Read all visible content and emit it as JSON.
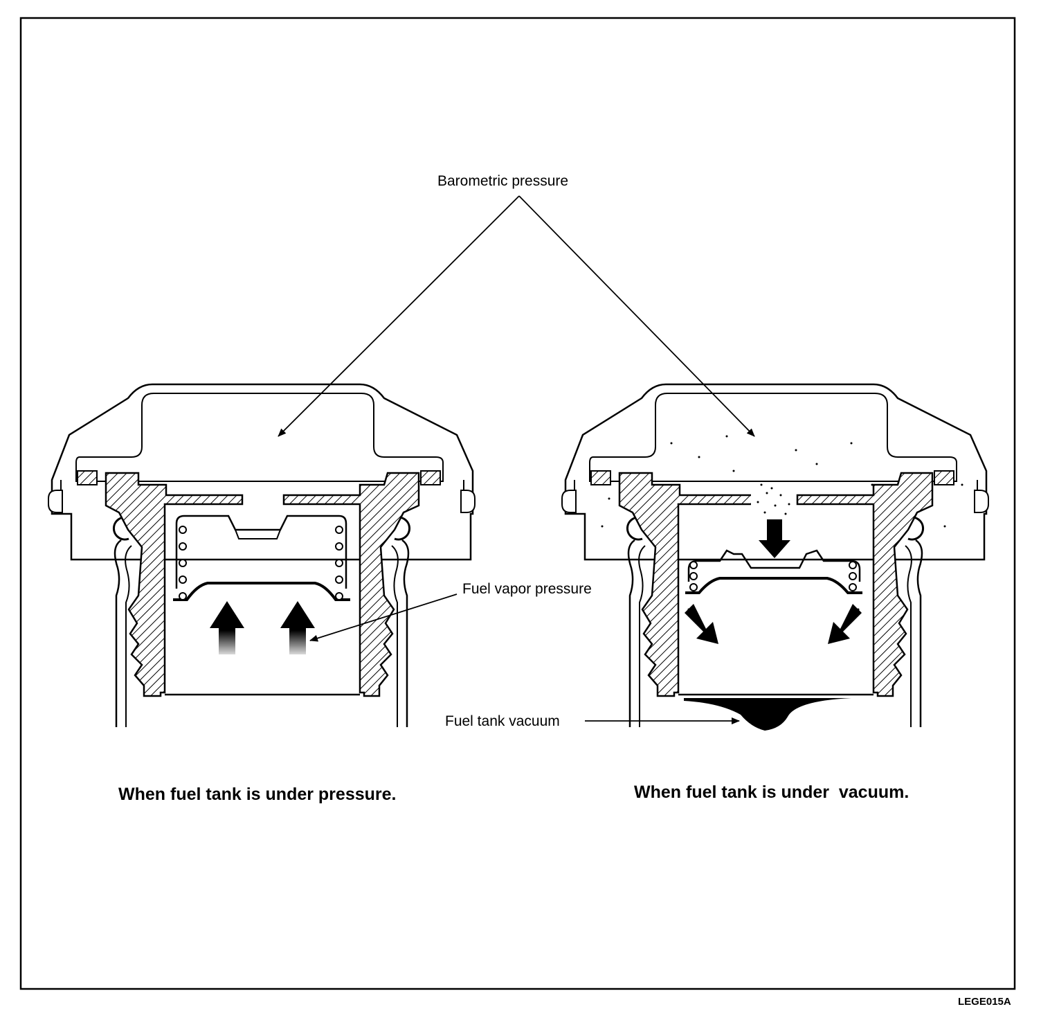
{
  "labels": {
    "barometric": "Barometric pressure",
    "vapor": "Fuel vapor pressure",
    "vacuum": "Fuel tank vacuum"
  },
  "captions": {
    "left": "When fuel tank is under pressure.",
    "right": "When fuel tank is under  vacuum."
  },
  "figure_code": "LEGE015A"
}
